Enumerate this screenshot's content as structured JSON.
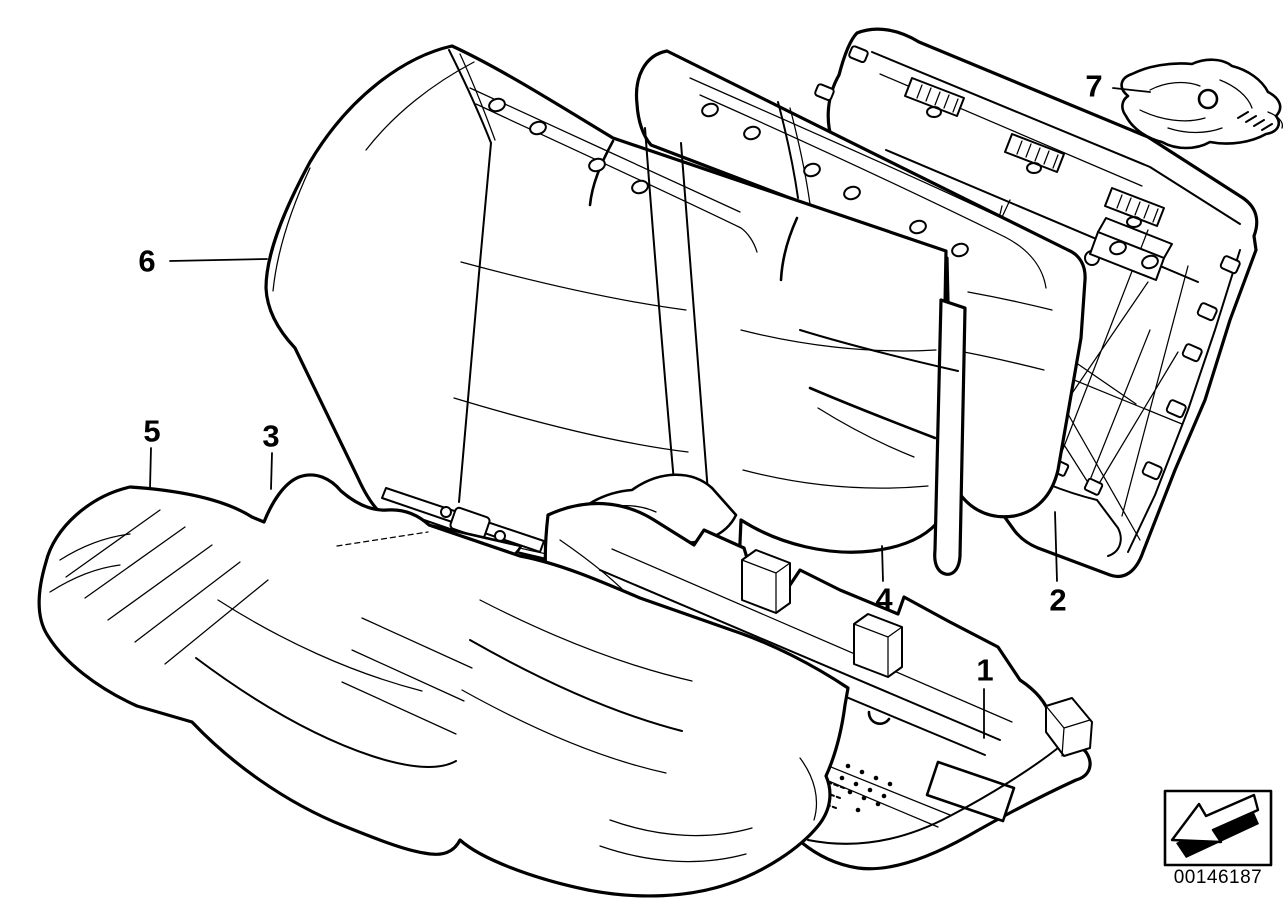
{
  "diagram": {
    "kind": "parts-diagram",
    "subject": "rear seat — cushions, covers, frame, pan and lock",
    "background_color": "#ffffff",
    "line_color": "#000000",
    "callouts": [
      {
        "label": "1",
        "points_to": "seat-pan"
      },
      {
        "label": "2",
        "points_to": "backrest-frame"
      },
      {
        "label": "3",
        "points_to": "seat-cover-flap"
      },
      {
        "label": "4",
        "points_to": "backrest-section-cover"
      },
      {
        "label": "5",
        "points_to": "seat-cushion"
      },
      {
        "label": "6",
        "points_to": "backrest-cushion"
      },
      {
        "label": "7",
        "points_to": "lock-latch"
      }
    ],
    "legend": {
      "part_number": "00146187",
      "icon": "direction-arrow-icon"
    }
  }
}
